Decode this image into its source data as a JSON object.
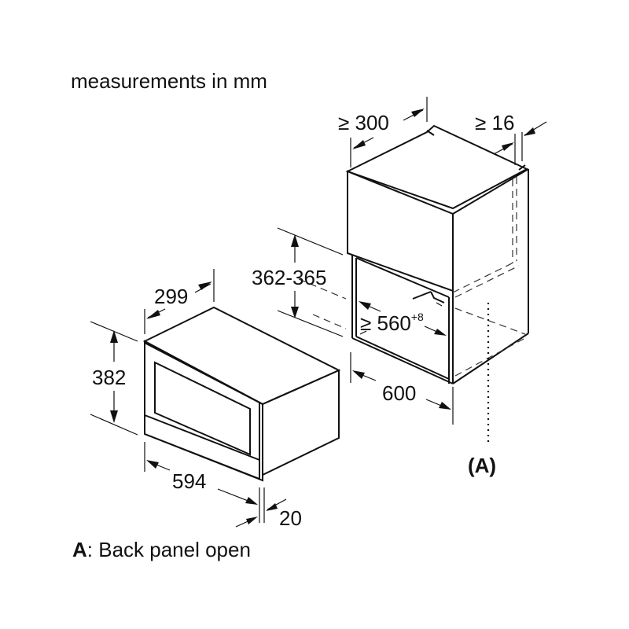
{
  "title": "measurements in mm",
  "caption": {
    "key": "A",
    "text": ": Back panel open"
  },
  "appliance": {
    "width": "594",
    "height": "382",
    "depth": "299",
    "front_panel": "20"
  },
  "cabinet": {
    "depth_min": "≥ 300",
    "side_clearance": "≥ 16",
    "niche_height": "362-365",
    "niche_width": "≥ 560",
    "niche_width_tolerance": "+8",
    "width": "600",
    "back_panel_marker": "(A)"
  }
}
